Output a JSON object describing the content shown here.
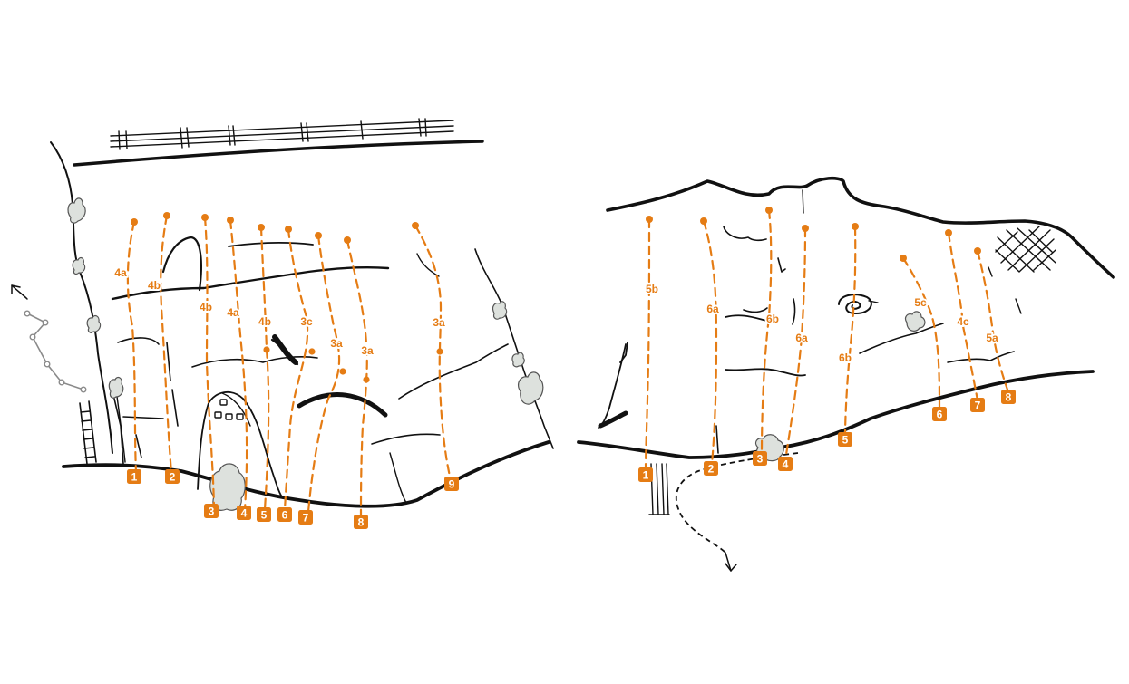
{
  "colors": {
    "route": "#e57c14",
    "ink": "#111111",
    "bush": "#dde1dd",
    "bush_stroke": "#555555",
    "trail": "#8a8a8a",
    "background": "#ffffff"
  },
  "left_wall": {
    "routes": [
      {
        "number": "1",
        "grade": "4a"
      },
      {
        "number": "2",
        "grade": "4b"
      },
      {
        "number": "3",
        "grade": "4b"
      },
      {
        "number": "4",
        "grade": "4a"
      },
      {
        "number": "5",
        "grade": "4b"
      },
      {
        "number": "6",
        "grade": "3c"
      },
      {
        "number": "7",
        "grade": "3a"
      },
      {
        "number": "8",
        "grade": "3a"
      },
      {
        "number": "9",
        "grade": "3a"
      }
    ]
  },
  "right_wall": {
    "routes": [
      {
        "number": "1",
        "grade": "5b"
      },
      {
        "number": "2",
        "grade": "6a"
      },
      {
        "number": "3",
        "grade": "6b"
      },
      {
        "number": "4",
        "grade": "6a"
      },
      {
        "number": "5",
        "grade": "6b"
      },
      {
        "number": "6",
        "grade": "5c"
      },
      {
        "number": "7",
        "grade": "4c"
      },
      {
        "number": "8",
        "grade": "5a"
      }
    ]
  }
}
